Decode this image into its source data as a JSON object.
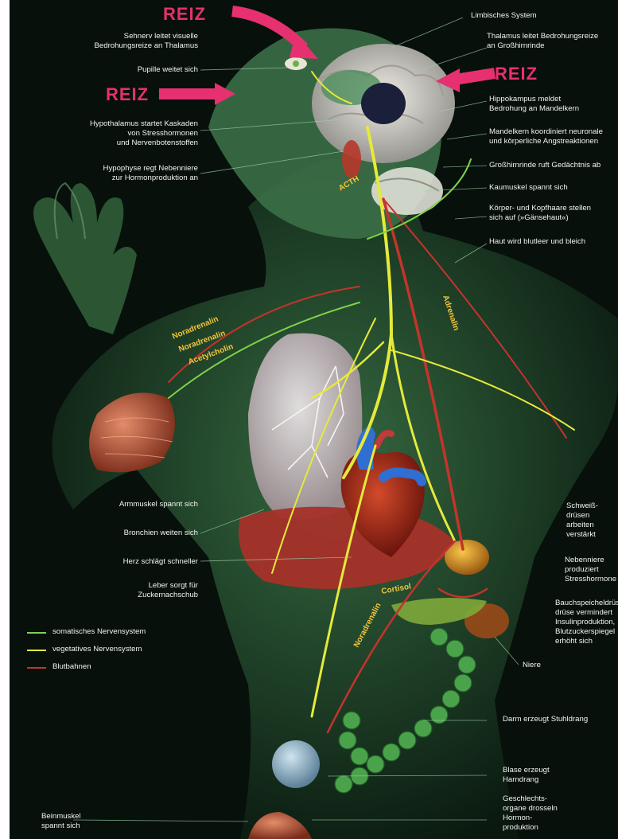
{
  "stimulus": "REIZ",
  "labels_left": {
    "optic_nerve": [
      "Sehnerv leitet visuelle",
      "Bedrohungsreize an Thalamus"
    ],
    "pupil": [
      "Pupille weitet sich"
    ],
    "hypothalamus": [
      "Hypothalamus startet Kaskaden",
      "von Stresshormonen",
      "und Nervenbotenstoffen"
    ],
    "pituitary": [
      "Hypophyse regt Nebenniere",
      "zur Hormonproduktion an"
    ],
    "arm_muscle": [
      "Armmuskel spannt sich"
    ],
    "bronchi": [
      "Bronchien weiten sich"
    ],
    "heart": [
      "Herz schlägt schneller"
    ],
    "liver": [
      "Leber sorgt für",
      "Zuckernachschub"
    ],
    "leg_muscle": [
      "Beinmuskel",
      "spannt sich"
    ]
  },
  "labels_right": {
    "limbic": [
      "Limbisches System"
    ],
    "thalamus": [
      "Thalamus leitet Bedrohungsreize",
      "an Großhirnrinde"
    ],
    "hippocampus": [
      "Hippokampus meldet",
      "Bedrohung an Mandelkern"
    ],
    "amygdala": [
      "Mandelkern koordiniert neuronale",
      "und körperliche Angstreaktionen"
    ],
    "cortex": [
      "Großhirnrinde ruft Gedächtnis ab"
    ],
    "jaw": [
      "Kaumuskel spannt sich"
    ],
    "hair": [
      "Körper- und Kopfhaare stellen",
      "sich auf (»Gänsehaut«)"
    ],
    "skin": [
      "Haut wird blutleer und bleich"
    ],
    "sweat": [
      "Schweiß-",
      "drüsen",
      "arbeiten",
      "verstärkt"
    ],
    "adrenal": [
      "Nebenniere",
      "produziert",
      "Stresshormone"
    ],
    "pancreas": [
      "Bauchspeicheldrüse",
      "drüse vermindert",
      "Insulinproduktion,",
      "Blutzuckerspiegel",
      "erhöht sich"
    ],
    "kidney": [
      "Niere"
    ],
    "bowel": [
      "Darm erzeugt Stuhldrang"
    ],
    "bladder": [
      "Blase erzeugt",
      "Harndrang"
    ],
    "genitals": [
      "Geschlechts-",
      "organe drosseln",
      "Hormon-",
      "produktion"
    ]
  },
  "pathway_labels": {
    "noradrenalin_1": "Noradrenalin",
    "noradrenalin_2": "Noradrenalin",
    "acetylcholin": "Acetylcholin",
    "adrenalin": "Adrenalin",
    "acth": "ACTH",
    "cortisol": "Cortisol",
    "noradrenalin_3": "Noradrenalin"
  },
  "legend": [
    {
      "label": "somatisches Nervensystem",
      "color": "#7fd24a"
    },
    {
      "label": "vegetatives Nervensystem",
      "color": "#e5ea3a"
    },
    {
      "label": "Blutbahnen",
      "color": "#c4342c"
    }
  ],
  "colors": {
    "background": "#07100b",
    "body_glow": "#2f5d3a",
    "stimulus": "#e6306f",
    "label_text": "#f1f4ee",
    "pathway_text": "#f4c53a"
  }
}
